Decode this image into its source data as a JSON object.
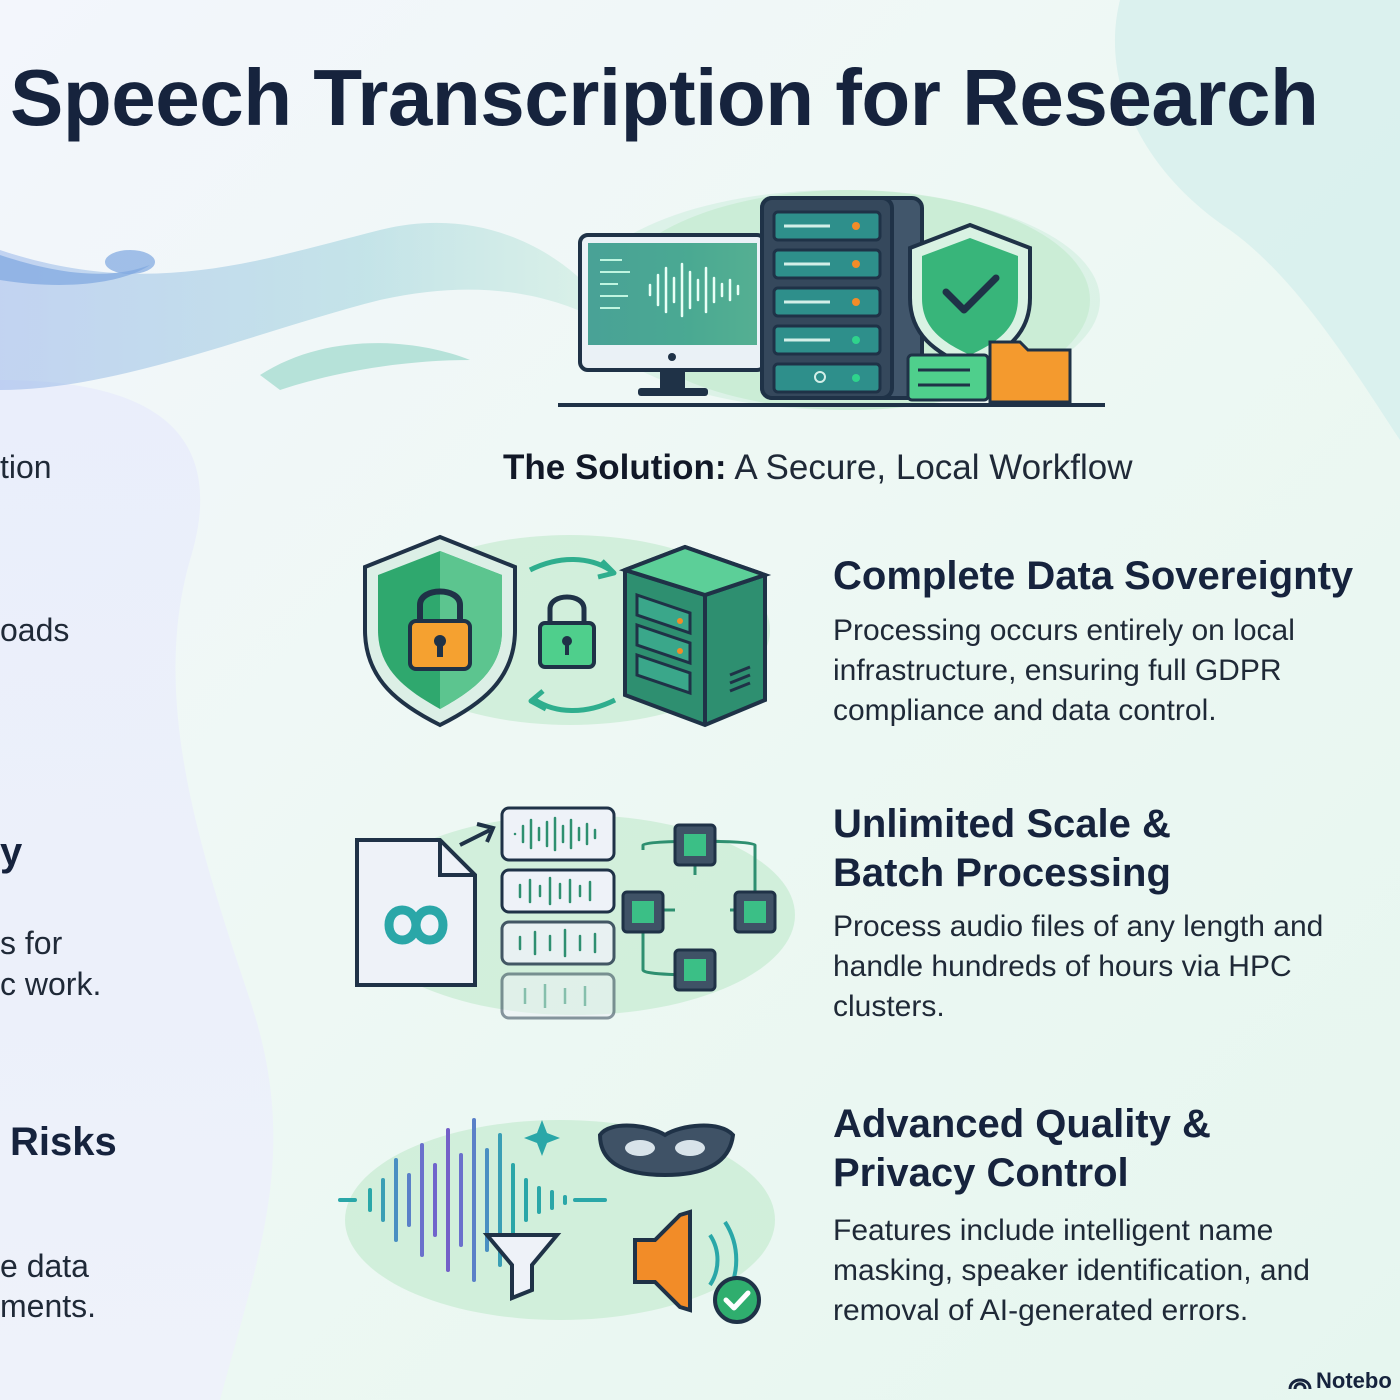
{
  "title": "Speech Transcription for Research",
  "subtitle": {
    "bold": "The Solution:",
    "rest": " A Secure, Local Workflow"
  },
  "left_fragments": [
    "tion",
    "oads",
    "y",
    "s for",
    "c work.",
    "Risks",
    "e data",
    "ments."
  ],
  "features": [
    {
      "title_lines": [
        "Complete Data Sovereignty"
      ],
      "body_lines": [
        "Processing occurs entirely on local",
        "infrastructure, ensuring full GDPR",
        "compliance and data control."
      ],
      "icon": "shield-lock-server-icon"
    },
    {
      "title_lines": [
        "Unlimited Scale &",
        "Batch Processing"
      ],
      "body_lines": [
        "Process audio files of any length and",
        "handle hundreds of hours via HPC",
        "clusters."
      ],
      "icon": "audio-batch-processor-icon"
    },
    {
      "title_lines": [
        "Advanced Quality &",
        "Privacy Control"
      ],
      "body_lines": [
        "Features include intelligent name",
        "masking, speaker identification, and",
        "removal of AI-generated errors."
      ],
      "icon": "waveform-mask-speaker-icon"
    }
  ],
  "brand": "Notebo",
  "colors": {
    "navy": "#16233d",
    "green": "#2fae6e",
    "teal": "#1f8f7a",
    "orange": "#f28c28",
    "blue_wave": "#7ea6e0"
  }
}
